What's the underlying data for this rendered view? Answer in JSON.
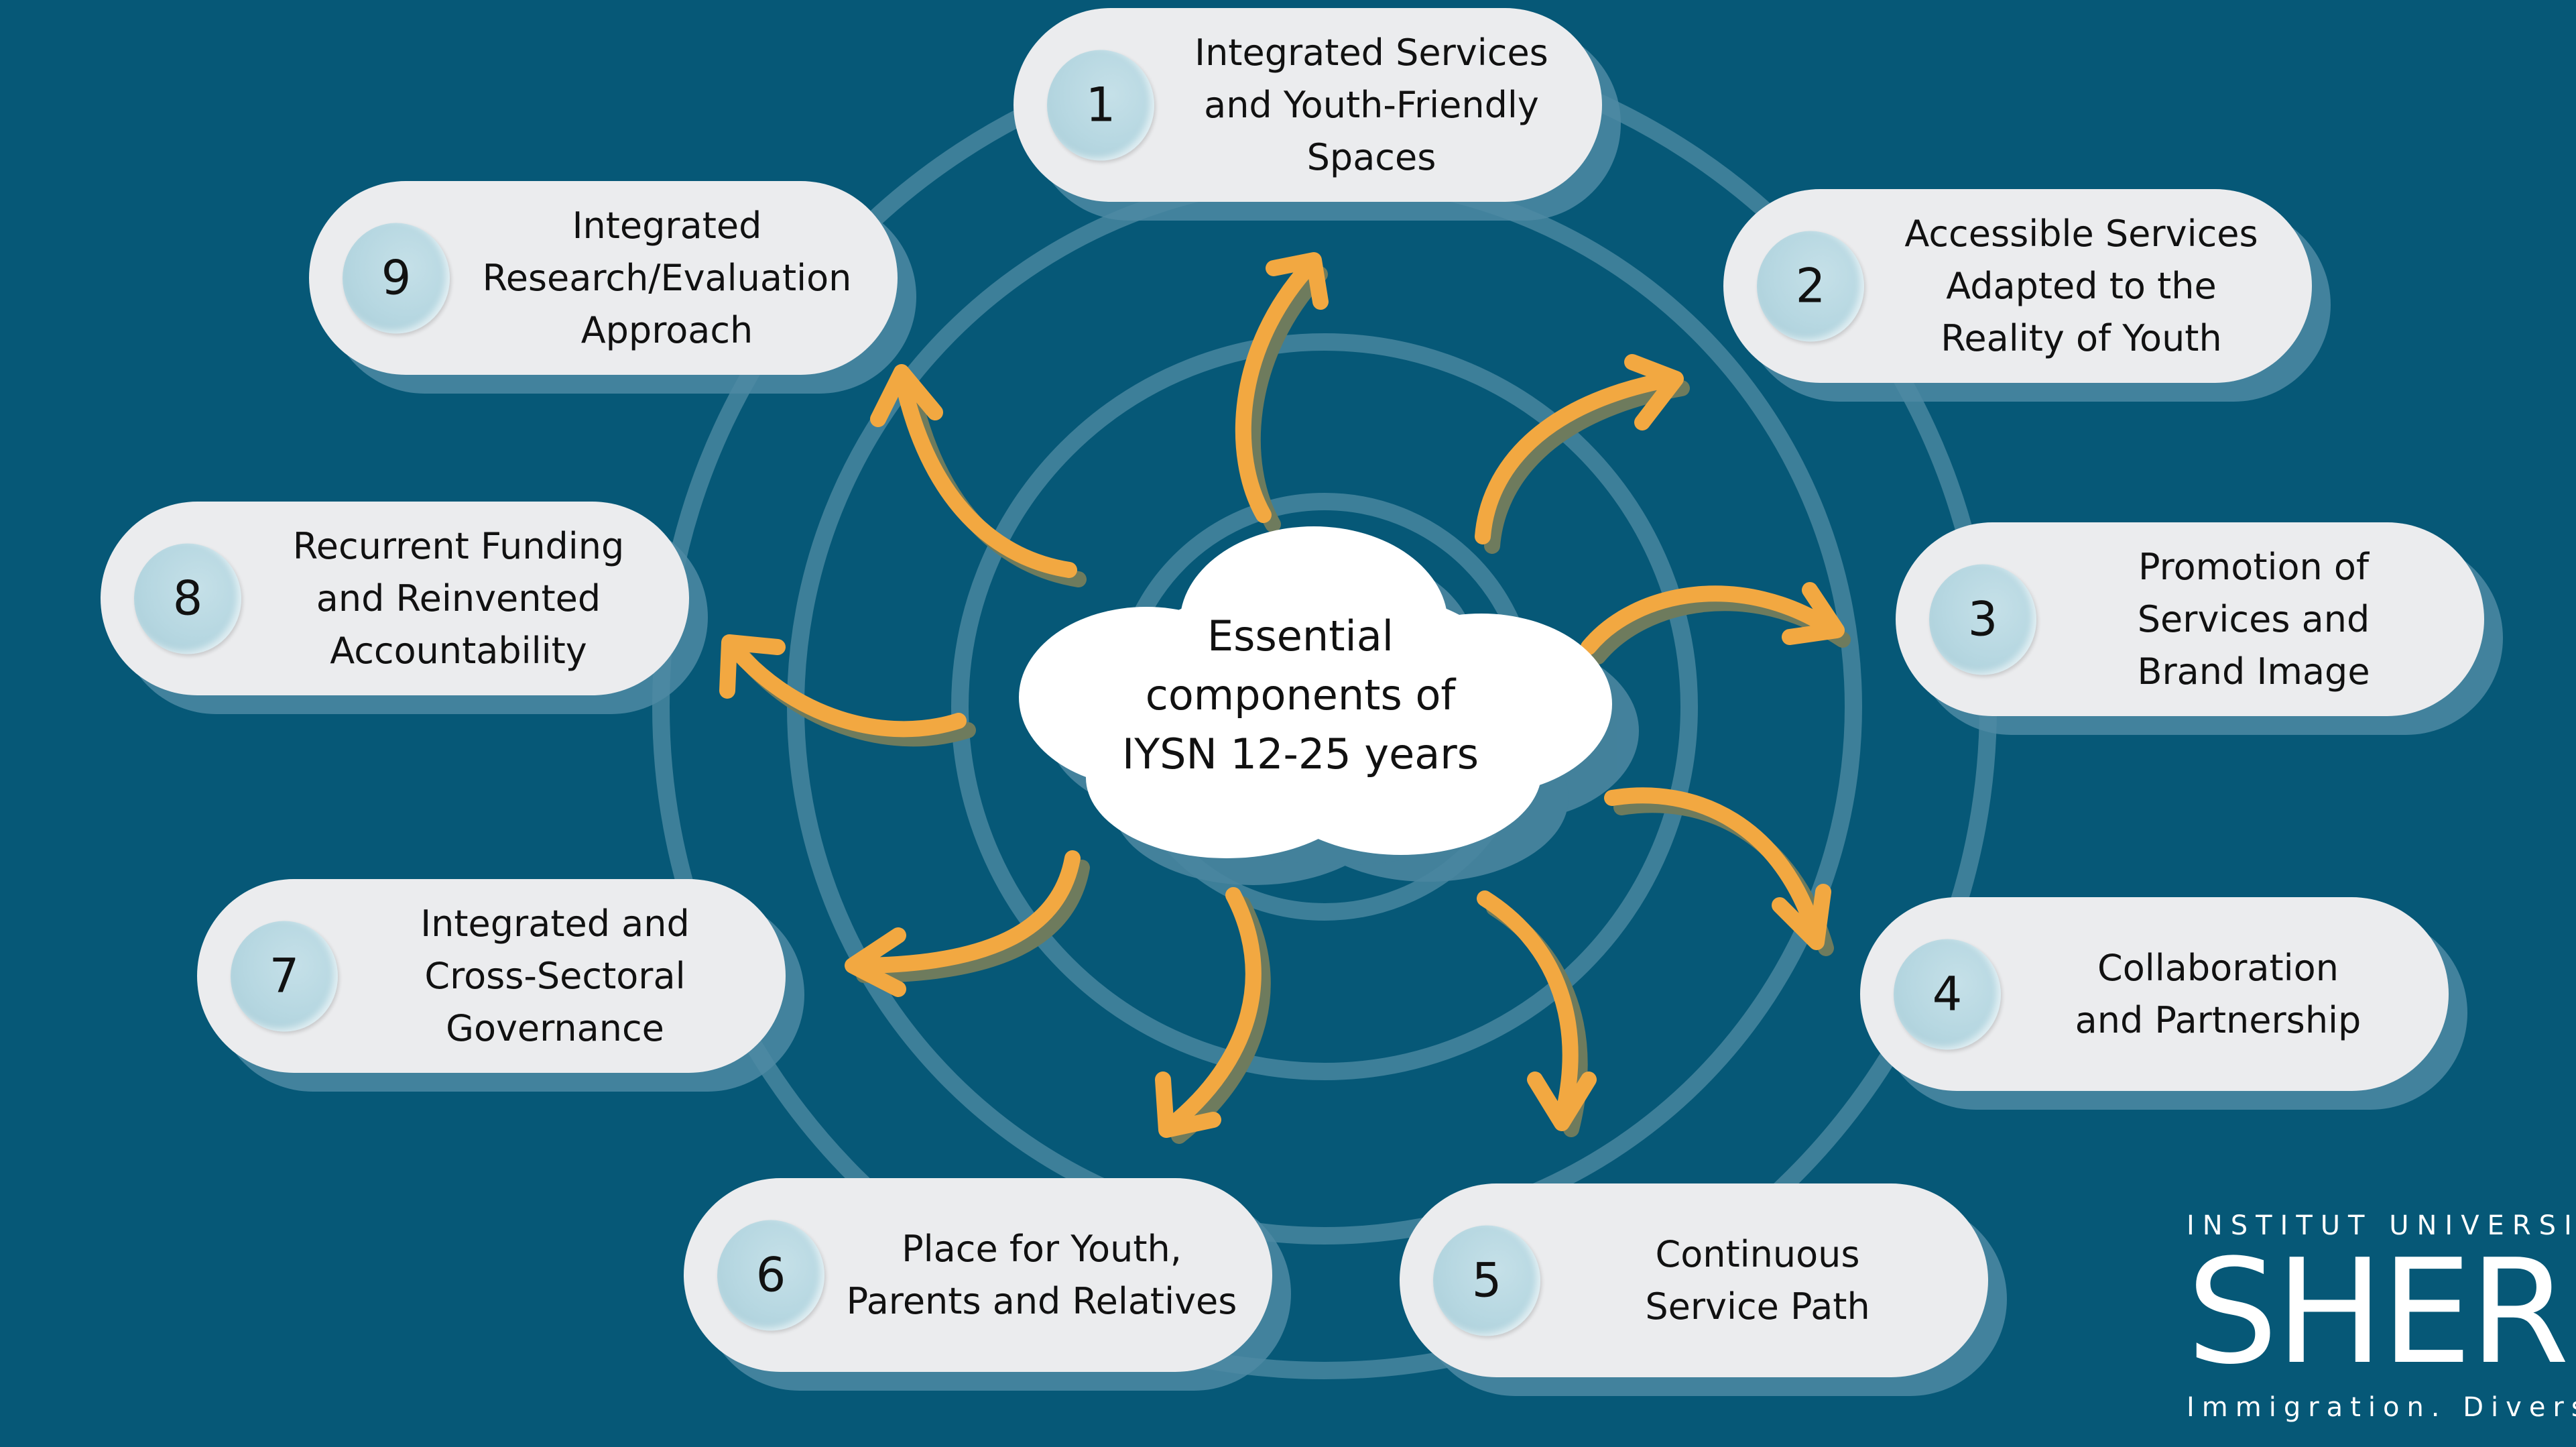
{
  "title": "Essential components of IYSN 12-25 years",
  "colors": {
    "background": "#065877",
    "ring": "#3d7f99",
    "pill": "#ebecee",
    "pill_shadow": "#4d89a3",
    "number_circle": "#b6d7e1",
    "arrow": "#f2a841",
    "arrow_shadow": "#6e7b5d",
    "cloud": "#ffffff",
    "cloud_shadow": "#4a86a0"
  },
  "center": {
    "text": "Essential\ncomponents of\nIYSN 12-25 years"
  },
  "components": [
    {
      "number": "1",
      "label": "Integrated Services\nand Youth-Friendly\nSpaces"
    },
    {
      "number": "2",
      "label": "Accessible Services\nAdapted to the\nReality of Youth"
    },
    {
      "number": "3",
      "label": "Promotion of\nServices and\nBrand Image"
    },
    {
      "number": "4",
      "label": "Collaboration\nand Partnership"
    },
    {
      "number": "5",
      "label": "Continuous\nService Path"
    },
    {
      "number": "6",
      "label": "Place for Youth,\nParents and Relatives"
    },
    {
      "number": "7",
      "label": "Integrated and\nCross-Sectoral\nGovernance"
    },
    {
      "number": "8",
      "label": "Recurrent Funding\nand Reinvented\nAccountability"
    },
    {
      "number": "9",
      "label": "Integrated\nResearch/Evaluation\nApproach"
    }
  ],
  "logo": {
    "top": "INSTITUT UNIVERSITA",
    "main": "SHER",
    "tagline": "Immigration. Divers"
  }
}
